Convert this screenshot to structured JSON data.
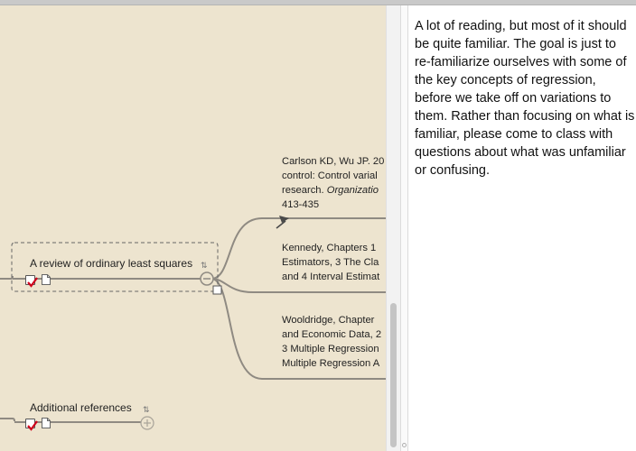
{
  "outline": {
    "refs": [
      {
        "lines": [
          "Carlson KD, Wu JP. 20",
          "control: Control varial",
          "research. ",
          "413-435"
        ],
        "italic": [
          "",
          "",
          "Organizatio",
          ""
        ]
      },
      {
        "lines": [
          "Kennedy, Chapters 1",
          "Estimators, 3 The Cla",
          "and 4 Interval Estimat"
        ]
      },
      {
        "lines": [
          "Wooldridge, Chapter",
          "and Economic Data, 2",
          "3 Multiple Regression",
          "Multiple Regression A"
        ]
      }
    ],
    "node1": {
      "label": "A review of ordinary least squares",
      "sort_glyph": "⇅"
    },
    "node2": {
      "label": "Additional references",
      "sort_glyph": "⇅"
    }
  },
  "notes": {
    "text": "A lot of reading, but most of it should be quite familiar. The goal is just to re-familiarize ourselves with some of the key concepts of regression, before we take off on variations to them. Rather than focusing on what is familiar, please come to class with questions about what was unfamiliar or confusing."
  },
  "colors": {
    "canvas_bg": "#ede4cf",
    "line": "#8f8a82",
    "check": "#d0021b"
  },
  "icons": [
    "checkbox-icon",
    "document-icon",
    "sort-icon",
    "collapse-icon",
    "expand-icon",
    "arrow-icon"
  ]
}
